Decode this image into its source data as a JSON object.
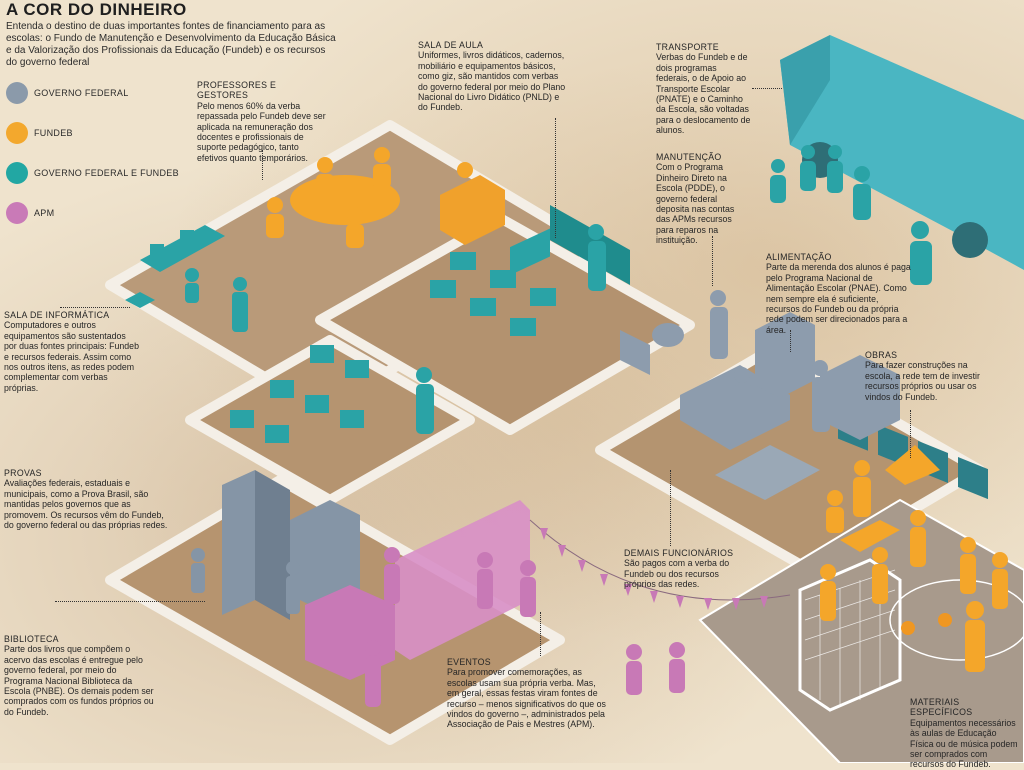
{
  "title": "A COR DO DINHEIRO",
  "intro": "Entenda o destino de duas importantes fontes de financiamento para as escolas: o Fundo de Manutenção e Desenvolvimento da Educação Básica e da Valorização dos Profissionais da Educação (Fundeb) e os recursos do governo federal",
  "legend": [
    {
      "label": "GOVERNO FEDERAL",
      "color": "#8b9aaa"
    },
    {
      "label": "FUNDEB",
      "color": "#f3a82d"
    },
    {
      "label": "GOVERNO FEDERAL E FUNDEB",
      "color": "#22a7a3"
    },
    {
      "label": "APM",
      "color": "#c97ab7"
    }
  ],
  "notes": {
    "professores": {
      "head": "PROFESSORES E GESTORES",
      "body": "Pelo menos 60% da verba repassada pelo Fundeb deve ser aplicada na remuneração dos docentes e profissionais de suporte pedagógico, tanto efetivos quanto temporários."
    },
    "sala_aula": {
      "head": "SALA DE AULA",
      "body": "Uniformes, livros didáticos, cadernos, mobiliário e equipamentos básicos, como giz, são mantidos com verbas do governo federal por meio do Plano Nacional do Livro Didático (PNLD) e do Fundeb."
    },
    "transporte": {
      "head": "TRANSPORTE",
      "body": "Verbas do Fundeb e de dois programas federais, o de Apoio ao Transporte Escolar (PNATE) e o Caminho da Escola, são voltadas para o deslocamento de alunos."
    },
    "manutencao": {
      "head": "MANUTENÇÃO",
      "body": "Com o Programa Dinheiro Direto na Escola (PDDE), o governo federal deposita nas contas das APMs recursos para reparos na instituição."
    },
    "alimentacao": {
      "head": "ALIMENTAÇÃO",
      "body": "Parte da merenda dos alunos é paga pelo Programa Nacional de Alimentação Escolar (PNAE). Como nem sempre ela é suficiente, recursos do Fundeb ou da própria rede podem ser direcionados para a área."
    },
    "informatica": {
      "head": "SALA DE INFORMÁTICA",
      "body": "Computadores e outros equipamentos são sustentados por duas fontes principais: Fundeb e recursos federais. Assim como nos outros itens, as redes podem complementar com verbas próprias."
    },
    "obras": {
      "head": "OBRAS",
      "body": "Para fazer construções na escola, a rede tem de investir recursos próprios ou usar os vindos do Fundeb."
    },
    "provas": {
      "head": "PROVAS",
      "body": "Avaliações federais, estaduais e municipais, como a Prova Brasil, são mantidas pelos governos que as promovem. Os recursos vêm do Fundeb, do governo federal ou das próprias redes."
    },
    "funcionarios": {
      "head": "DEMAIS FUNCIONÁRIOS",
      "body": "São pagos com a verba do Fundeb ou dos recursos próprios das redes."
    },
    "biblioteca": {
      "head": "BIBLIOTECA",
      "body": "Parte dos livros que compõem o acervo das escolas é entregue pelo governo federal, por meio do Programa Nacional Biblioteca da Escola (PNBE). Os demais podem ser comprados com os fundos próprios ou do Fundeb."
    },
    "eventos": {
      "head": "EVENTOS",
      "body": "Para promover comemorações, as escolas usam sua própria verba. Mas, em geral, essas festas viram fontes de recurso – menos significativos do que os vindos do governo –, administrados pela Associação de Pais e Mestres (APM)."
    },
    "materiais": {
      "head": "MATERIAIS ESPECÍFICOS",
      "body": "Equipamentos necessários às aulas de Educação Física ou de música podem ser comprados com recursos do Fundeb."
    }
  }
}
